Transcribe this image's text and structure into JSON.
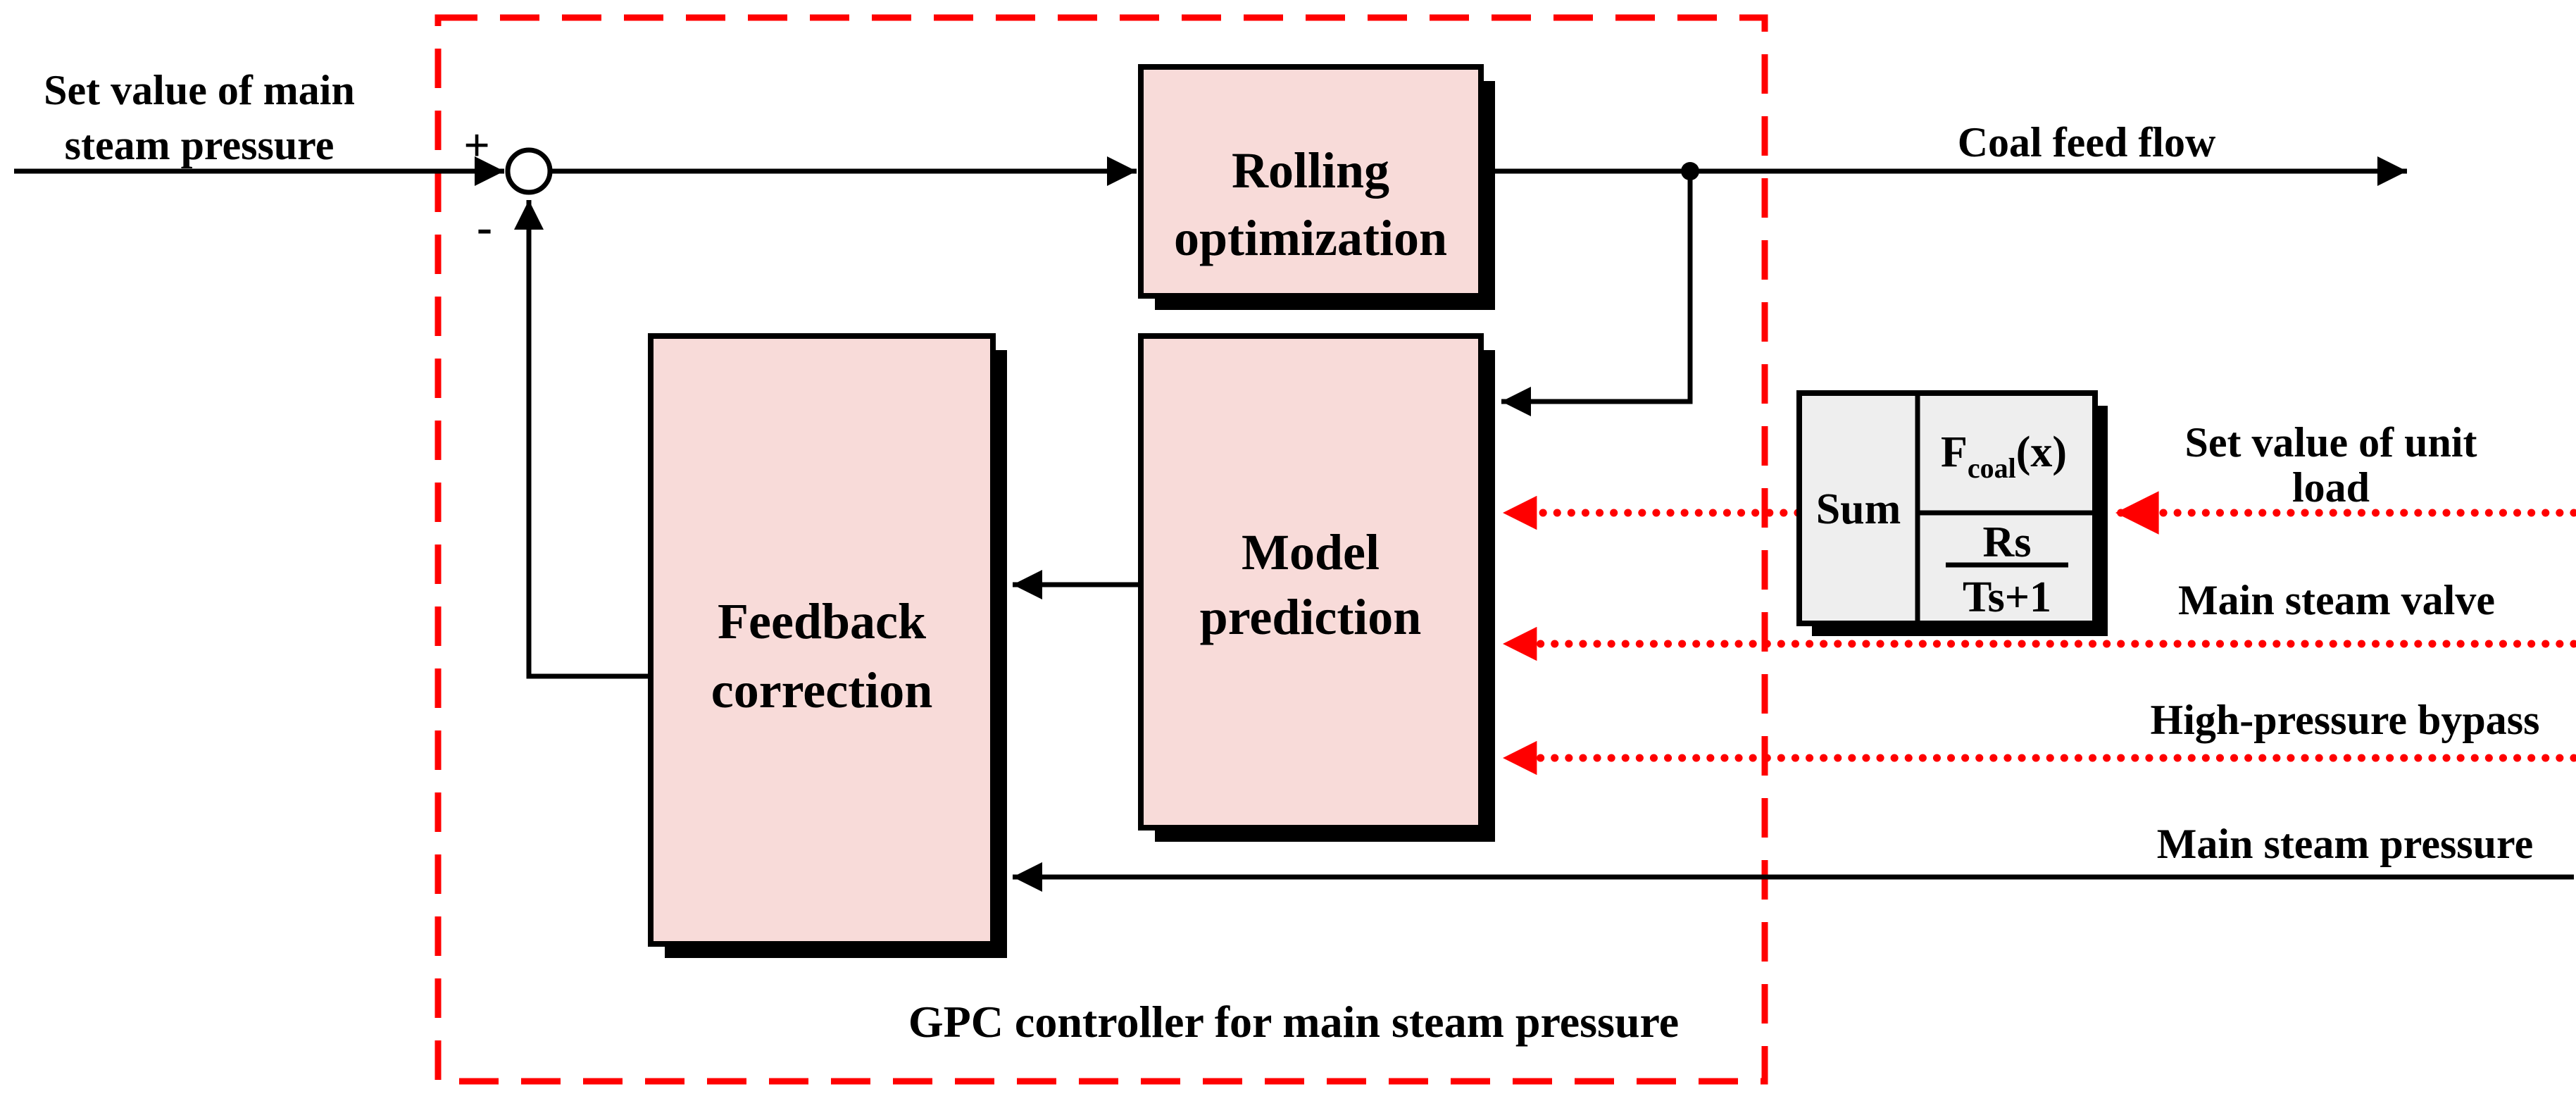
{
  "diagram": {
    "caption": "GPC controller for main steam pressure",
    "colors": {
      "background": "#FFFFFF",
      "block_fill": "#F8DBD9",
      "sum_block_fill": "#EEEEEE",
      "line_color": "#000000",
      "signal_red": "#FF0000"
    },
    "inputs": {
      "set_value_main_steam_pressure": {
        "line1": "Set value of main",
        "line2": "steam pressure"
      },
      "set_value_unit_load": {
        "line1": "Set value of  unit",
        "line2": "load"
      },
      "main_steam_valve": {
        "label": "Main steam valve"
      },
      "high_pressure_bypass": {
        "label": "High-pressure bypass"
      },
      "main_steam_pressure": {
        "label": "Main steam pressure"
      }
    },
    "output": {
      "coal_feed_flow": {
        "label": "Coal feed flow"
      }
    },
    "summing_junction": {
      "plus": "+",
      "minus": "-"
    },
    "blocks": {
      "rolling_optimization": {
        "line1": "Rolling",
        "line2": "optimization"
      },
      "model_prediction": {
        "line1": "Model",
        "line2": "prediction"
      },
      "feedback_correction": {
        "line1": "Feedback",
        "line2": "correction"
      },
      "sum": {
        "label": "Sum",
        "function_main": "F",
        "function_sub": "coal",
        "function_arg": "(x)",
        "tf_numerator": "Rs",
        "tf_denominator": "Ts+1"
      }
    }
  }
}
